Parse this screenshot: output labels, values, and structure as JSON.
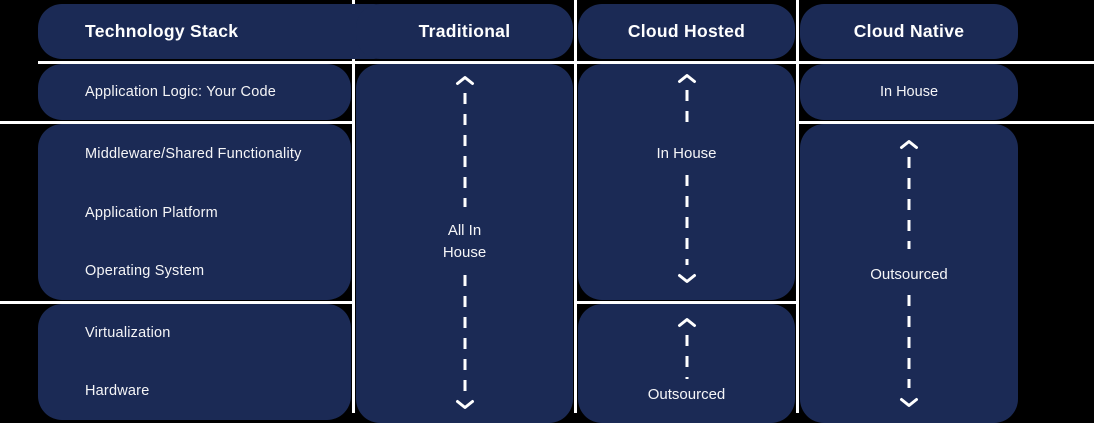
{
  "stack_column": {
    "header": "Technology Stack",
    "rows": [
      "Application Logic: Your Code",
      "Middleware/Shared Functionality",
      "Application Platform",
      "Operating System",
      "Virtualization",
      "Hardware"
    ]
  },
  "traditional_column": {
    "header": "Traditional",
    "span_label_line1": "All In",
    "span_label_line2": "House"
  },
  "cloud_hosted_column": {
    "header": "Cloud Hosted",
    "upper_section_label": "In House",
    "lower_section_label": "Outsourced"
  },
  "cloud_native_column": {
    "header": "Cloud Native",
    "upper_section_label": "In House",
    "lower_section_label": "Outsourced"
  },
  "icons": {
    "up_arrow": "chevron-up-icon",
    "down_arrow": "chevron-down-icon"
  },
  "colors": {
    "background": "#000000",
    "box": "#1b2a55",
    "line": "#ffffff",
    "text": "#f5f5f7"
  }
}
